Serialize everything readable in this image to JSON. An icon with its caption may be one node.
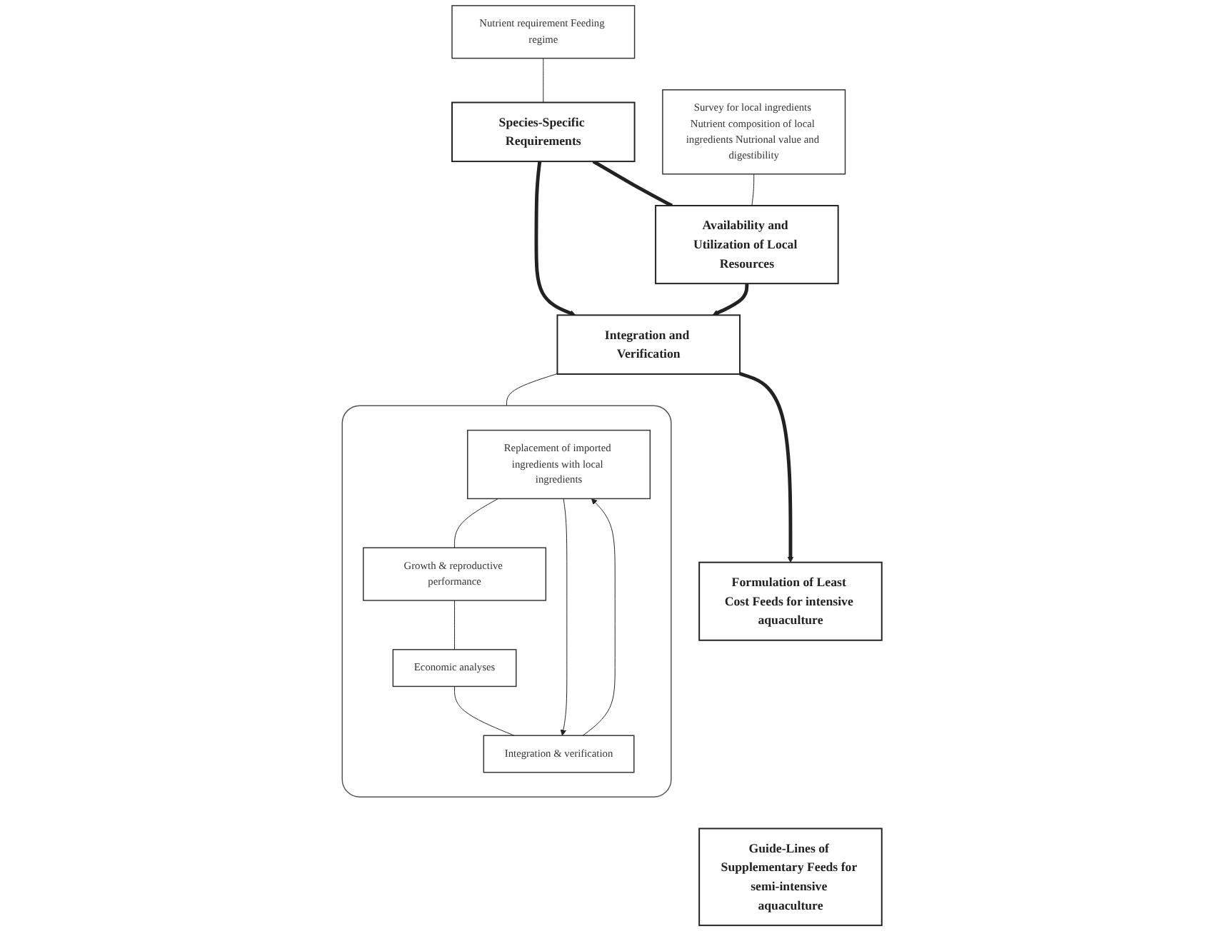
{
  "diagram": {
    "nodes": [
      {
        "text": [
          "Nutrient requirement Feeding regime"
        ]
      },
      {
        "text": [
          "Species-Specific Requirements"
        ]
      },
      {
        "text": [
          "Survey for local ingredients Nutrient composition of local ingredients Nutrional value and digestibility"
        ]
      },
      {
        "text": [
          "Availability and Utilization of Local Resources"
        ]
      },
      {
        "text": [
          "Integration and Verification"
        ]
      },
      {
        "text": [],
        "shape": "box"
      },
      {
        "text": [
          "Replacement of imported ingredients with local ingredients"
        ],
        "in": 5
      },
      {
        "text": [
          "Growth & reproductive performance"
        ],
        "in": 5
      },
      {
        "text": [
          "Economic analyses"
        ],
        "in": 5
      },
      {
        "text": [
          "Integration & verification"
        ],
        "in": 5
      },
      {
        "text": [
          "Formulation of Least Cost Feeds for intensive aquaculture"
        ]
      },
      {
        "text": [
          "Guide-Lines of Supplementary Feeds for semi-intensive aquaculture"
        ]
      }
    ],
    "edges": [
      {
        "from": 0,
        "to": 1,
        "arrow": "none"
      },
      {
        "from": 2,
        "to": 3,
        "arrow": "none"
      },
      {
        "from": 1,
        "to": 3,
        "arrow": "none",
        "style": "thick"
      },
      {
        "from": 1,
        "to": 4,
        "arrow": "to",
        "style": "thick"
      },
      {
        "from": 3,
        "to": 4,
        "arrow": "to",
        "style": "thick"
      },
      {
        "from": 4,
        "to": 5,
        "arrow": "none"
      },
      {
        "from": 6,
        "to": 7,
        "arrow": "none"
      },
      {
        "from": 7,
        "to": 8,
        "arrow": "none"
      },
      {
        "from": 8,
        "to": 9,
        "arrow": "none"
      },
      {
        "from": 6,
        "to": 9,
        "arrow": "to"
      },
      {
        "from": 9,
        "to": 6,
        "arrow": "to"
      },
      {
        "from": 4,
        "to": 10,
        "arrow": "to",
        "style": "thick"
      }
    ]
  }
}
